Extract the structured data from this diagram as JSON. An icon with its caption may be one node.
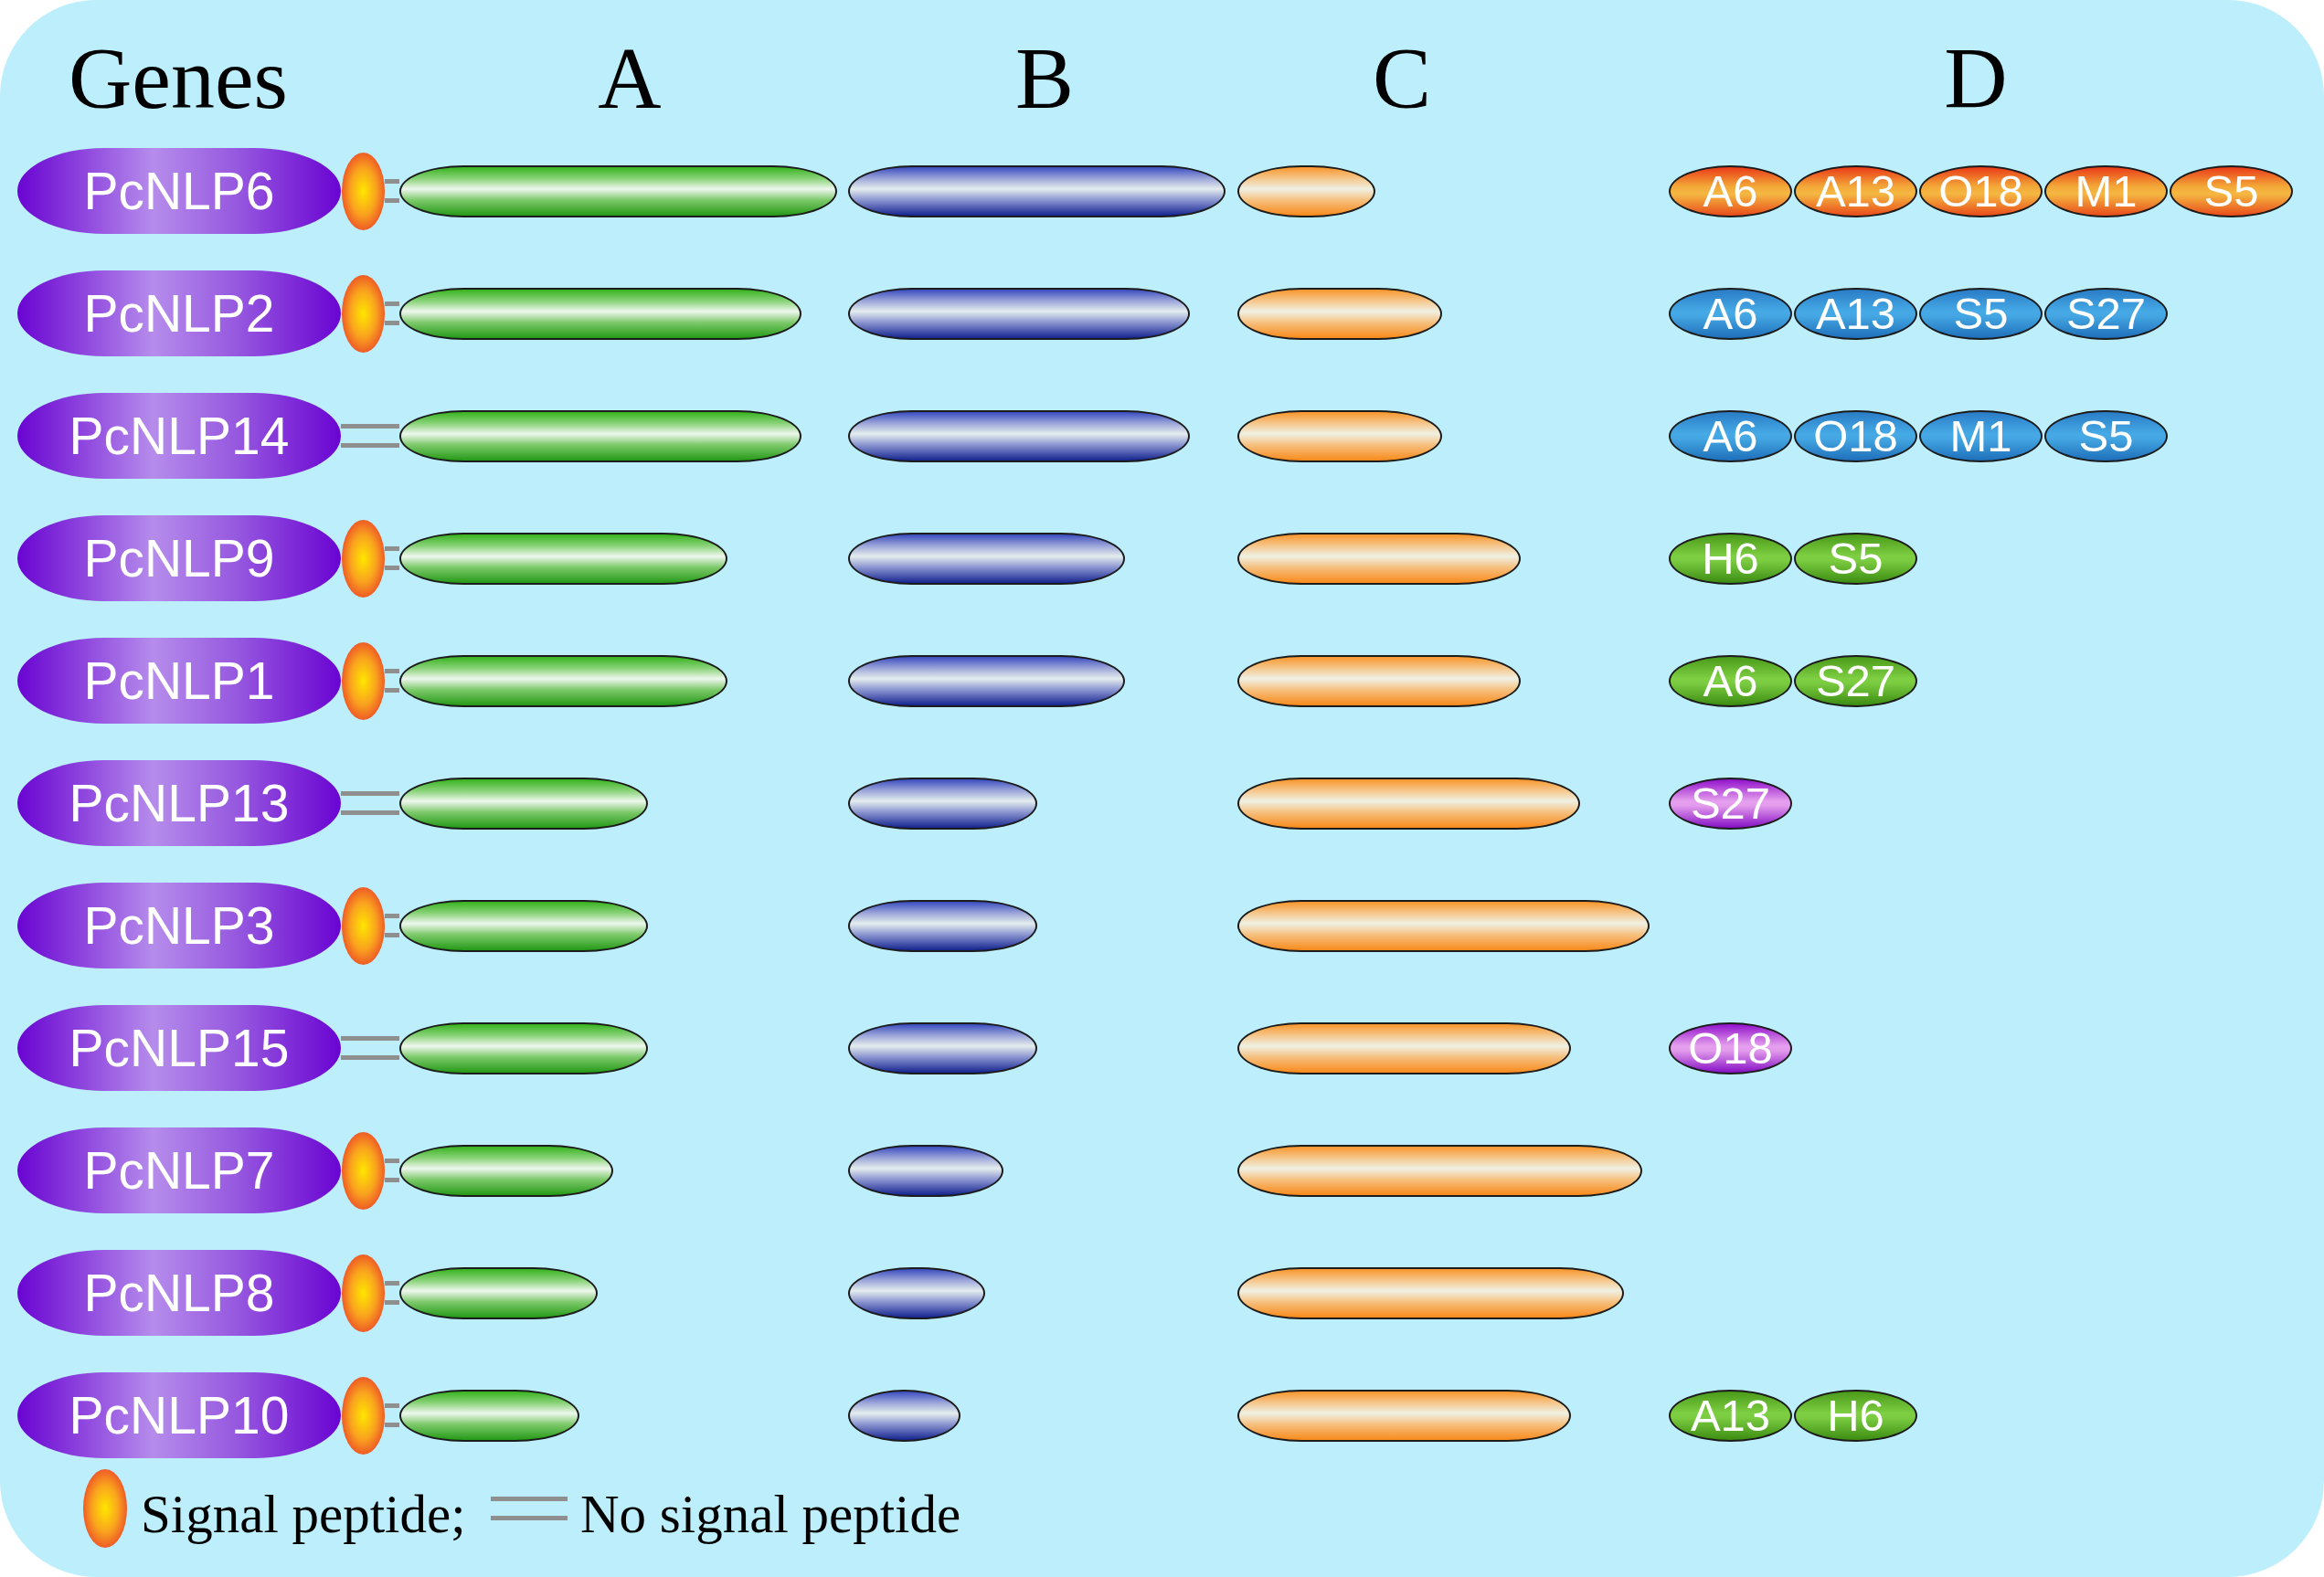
{
  "diagram": {
    "nodes": [
      {
        "text": [
          "PcNLP6"
        ]
      },
      {
        "text": [],
        "shape": "ellipse"
      },
      {
        "text": [],
        "shape": "bar"
      },
      {
        "text": [],
        "shape": "bar"
      },
      {
        "text": [],
        "shape": "bar"
      },
      {
        "text": [
          "A6"
        ]
      },
      {
        "text": [
          "A13"
        ]
      },
      {
        "text": [
          "O18"
        ]
      },
      {
        "text": [
          "M1"
        ]
      },
      {
        "text": [
          "S5"
        ]
      },
      {
        "text": [
          "PcNLP2"
        ]
      },
      {
        "text": [],
        "shape": "ellipse"
      },
      {
        "text": [],
        "shape": "bar"
      },
      {
        "text": [],
        "shape": "bar"
      },
      {
        "text": [],
        "shape": "bar"
      },
      {
        "text": [
          "A6"
        ]
      },
      {
        "text": [
          "A13"
        ]
      },
      {
        "text": [
          "S5"
        ]
      },
      {
        "text": [
          "S27"
        ]
      },
      {
        "text": [
          "PcNLP14"
        ]
      },
      {
        "text": [],
        "shape": "bar"
      },
      {
        "text": [],
        "shape": "bar"
      },
      {
        "text": [],
        "shape": "bar"
      },
      {
        "text": [
          "A6"
        ]
      },
      {
        "text": [
          "O18"
        ]
      },
      {
        "text": [
          "M1"
        ]
      },
      {
        "text": [
          "S5"
        ]
      },
      {
        "text": [
          "PcNLP9"
        ]
      },
      {
        "text": [],
        "shape": "ellipse"
      },
      {
        "text": [],
        "shape": "bar"
      },
      {
        "text": [],
        "shape": "bar"
      },
      {
        "text": [],
        "shape": "bar"
      },
      {
        "text": [
          "H6"
        ]
      },
      {
        "text": [
          "S5"
        ]
      },
      {
        "text": [
          "PcNLP1"
        ]
      },
      {
        "text": [],
        "shape": "ellipse"
      },
      {
        "text": [],
        "shape": "bar"
      },
      {
        "text": [],
        "shape": "bar"
      },
      {
        "text": [],
        "shape": "bar"
      },
      {
        "text": [
          "A6"
        ]
      },
      {
        "text": [
          "S27"
        ]
      },
      {
        "text": [
          "PcNLP13"
        ]
      },
      {
        "text": [],
        "shape": "bar"
      },
      {
        "text": [],
        "shape": "bar"
      },
      {
        "text": [],
        "shape": "bar"
      },
      {
        "text": [
          "S27"
        ]
      },
      {
        "text": [
          "PcNLP3"
        ]
      },
      {
        "text": [],
        "shape": "ellipse"
      },
      {
        "text": [],
        "shape": "bar"
      },
      {
        "text": [],
        "shape": "bar"
      },
      {
        "text": [],
        "shape": "bar"
      },
      {
        "text": [
          "PcNLP15"
        ]
      },
      {
        "text": [],
        "shape": "bar"
      },
      {
        "text": [],
        "shape": "bar"
      },
      {
        "text": [],
        "shape": "bar"
      },
      {
        "text": [
          "O18"
        ]
      },
      {
        "text": [
          "PcNLP7"
        ]
      },
      {
        "text": [],
        "shape": "ellipse"
      },
      {
        "text": [],
        "shape": "bar"
      },
      {
        "text": [],
        "shape": "bar"
      },
      {
        "text": [],
        "shape": "bar"
      },
      {
        "text": [
          "PcNLP8"
        ]
      },
      {
        "text": [],
        "shape": "ellipse"
      },
      {
        "text": [],
        "shape": "bar"
      },
      {
        "text": [],
        "shape": "bar"
      },
      {
        "text": [],
        "shape": "bar"
      },
      {
        "text": [
          "PcNLP10"
        ]
      },
      {
        "text": [],
        "shape": "ellipse"
      },
      {
        "text": [],
        "shape": "bar"
      },
      {
        "text": [],
        "shape": "bar"
      },
      {
        "text": [],
        "shape": "bar"
      },
      {
        "text": [
          "A13"
        ]
      },
      {
        "text": [
          "H6"
        ]
      }
    ],
    "edges": [
      {
        "from": 1,
        "to": 2,
        "arrow": "none"
      },
      {
        "from": 11,
        "to": 12,
        "arrow": "none"
      },
      {
        "from": 19,
        "to": 20,
        "arrow": "none"
      },
      {
        "from": 28,
        "to": 29,
        "arrow": "none"
      },
      {
        "from": 35,
        "to": 36,
        "arrow": "none"
      },
      {
        "from": 41,
        "to": 42,
        "arrow": "none"
      },
      {
        "from": 47,
        "to": 48,
        "arrow": "none"
      },
      {
        "from": 51,
        "to": 52,
        "arrow": "none"
      },
      {
        "from": 57,
        "to": 58,
        "arrow": "none"
      },
      {
        "from": 62,
        "to": 63,
        "arrow": "none"
      },
      {
        "from": 67,
        "to": 68,
        "arrow": "none"
      }
    ],
    "labels": [
      "Genes",
      "A",
      "B",
      "C",
      "D"
    ],
    "legend": [
      {
        "text": "Signal peptide;"
      },
      {
        "text": "No signal peptide"
      }
    ]
  }
}
